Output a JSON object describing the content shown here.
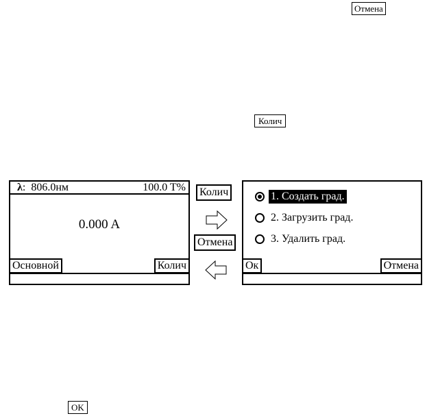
{
  "floating": {
    "cancel_label": "Отмена",
    "count_label": "Колич",
    "ok_label": "OK"
  },
  "left_screen": {
    "lambda_symbol": "λ",
    "wavelength": "806.0нм",
    "transmittance": "100.0 T%",
    "reading": "0.000 A",
    "left_softkey": "Основной",
    "right_softkey": "Колич"
  },
  "transition": {
    "forward_label": "Колич",
    "back_label": "Отмена",
    "forward_arrow_icon": "arrow-right-icon",
    "back_arrow_icon": "arrow-left-icon"
  },
  "right_screen": {
    "menu": [
      {
        "label": "1. Создать град.",
        "selected": true
      },
      {
        "label": "2. Загрузить град.",
        "selected": false
      },
      {
        "label": "3. Удалить град.",
        "selected": false
      }
    ],
    "left_softkey": "Ок",
    "right_softkey": "Отмена"
  }
}
